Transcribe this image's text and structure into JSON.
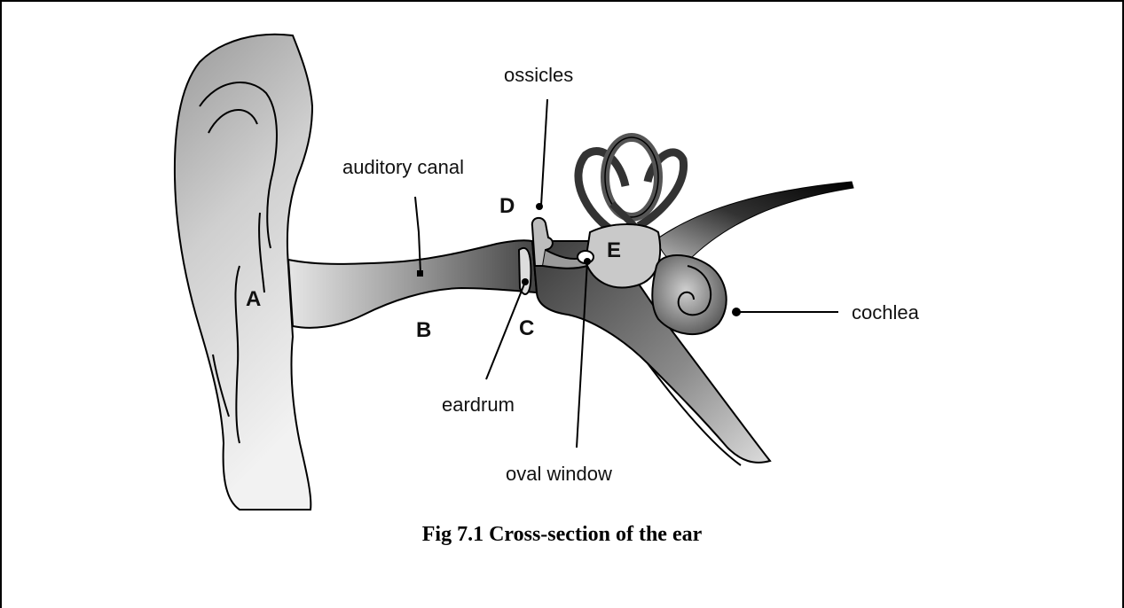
{
  "figure": {
    "caption": "Fig 7.1 Cross-section of the ear"
  },
  "labels": {
    "ossicles": "ossicles",
    "auditory_canal": "auditory canal",
    "cochlea": "cochlea",
    "eardrum": "eardrum",
    "oval_window": "oval window"
  },
  "letters": {
    "a": "A",
    "b": "B",
    "c": "C",
    "d": "D",
    "e": "E"
  }
}
